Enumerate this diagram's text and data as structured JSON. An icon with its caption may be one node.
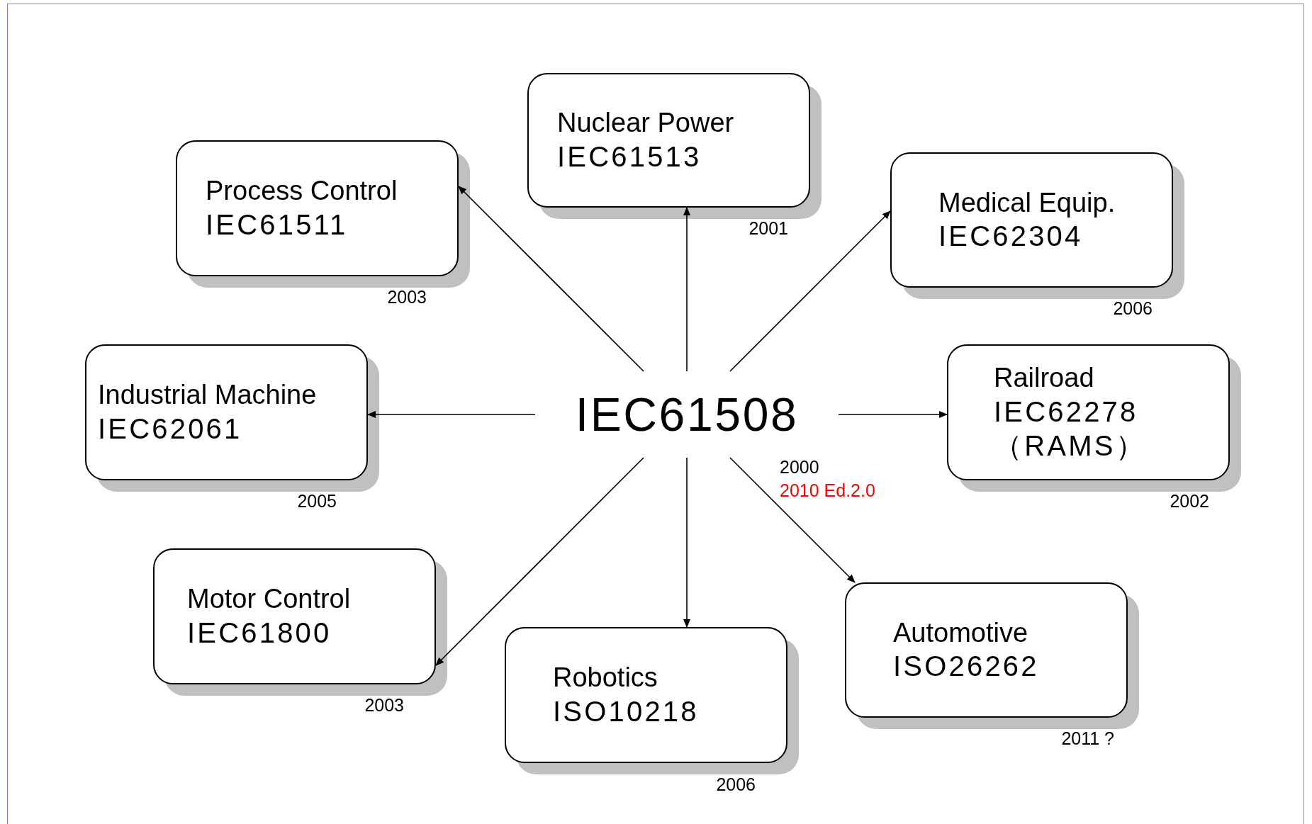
{
  "diagram": {
    "nodes": [
      {
        "text": [
          "Nuclear Power",
          "IEC61513"
        ],
        "beside": [
          "2001"
        ]
      },
      {
        "text": [
          "Process Control",
          "IEC61511"
        ],
        "beside": [
          "2003"
        ]
      },
      {
        "text": [
          "Medical Equip.",
          "IEC62304"
        ],
        "beside": [
          "2006"
        ]
      },
      {
        "text": [
          "Industrial Machine",
          "IEC62061"
        ],
        "beside": [
          "2005"
        ]
      },
      {
        "text": [
          "IEC61508"
        ],
        "beside": [
          "2000",
          "2010 Ed.2.0"
        ]
      },
      {
        "text": [
          "Railroad",
          "IEC62278",
          "（RAMS）"
        ],
        "beside": [
          "2002"
        ]
      },
      {
        "text": [
          "Motor Control",
          "IEC61800"
        ],
        "beside": [
          "2003"
        ]
      },
      {
        "text": [
          "Automotive",
          "ISO26262"
        ],
        "beside": [
          "2011 ?"
        ]
      },
      {
        "text": [
          "Robotics",
          "ISO10218"
        ],
        "beside": [
          "2006"
        ]
      }
    ],
    "edges": [
      {
        "from": 4,
        "to": 0,
        "arrow": "to"
      },
      {
        "from": 4,
        "to": 1,
        "arrow": "to"
      },
      {
        "from": 4,
        "to": 2,
        "arrow": "to"
      },
      {
        "from": 4,
        "to": 3,
        "arrow": "to"
      },
      {
        "from": 4,
        "to": 5,
        "arrow": "to"
      },
      {
        "from": 4,
        "to": 6,
        "arrow": "to"
      },
      {
        "from": 4,
        "to": 7,
        "arrow": "to"
      },
      {
        "from": 4,
        "to": 8,
        "arrow": "to"
      }
    ]
  }
}
